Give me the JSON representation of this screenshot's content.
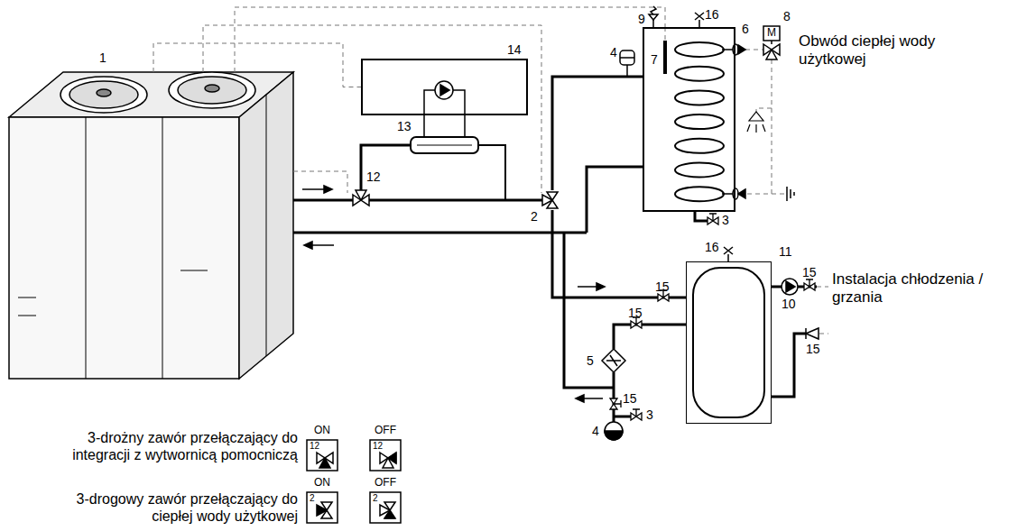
{
  "diagram": {
    "nodes": [
      {
        "text": [
          "1"
        ]
      },
      {
        "text": [
          "14"
        ]
      },
      {
        "text": [
          "6"
        ]
      },
      {
        "text": [
          "11"
        ]
      }
    ],
    "edges": [
      {
        "from": 0,
        "to": 1,
        "arrow": "none"
      },
      {
        "from": 0,
        "to": 2,
        "arrow": "none"
      }
    ],
    "labels": [
      "12",
      "13",
      "2",
      "4",
      "9",
      "16",
      "7",
      "M",
      "8",
      "Obwód ciepłej wody użytkowej",
      "3",
      "16",
      "15",
      "15",
      "10",
      "Instalacja chłodzenia / grzania",
      "15",
      "15",
      "5",
      "15",
      "4",
      "3",
      "ON",
      "OFF",
      "12",
      "12",
      "ON",
      "OFF",
      "2",
      "2"
    ],
    "legend": [
      {
        "text": "3-drożny zawór przełączający do integracji z wytwornicą pomocniczą"
      },
      {
        "text": "3-drogowy zawór przełączający do ciepłej wody użytkowej"
      }
    ]
  }
}
